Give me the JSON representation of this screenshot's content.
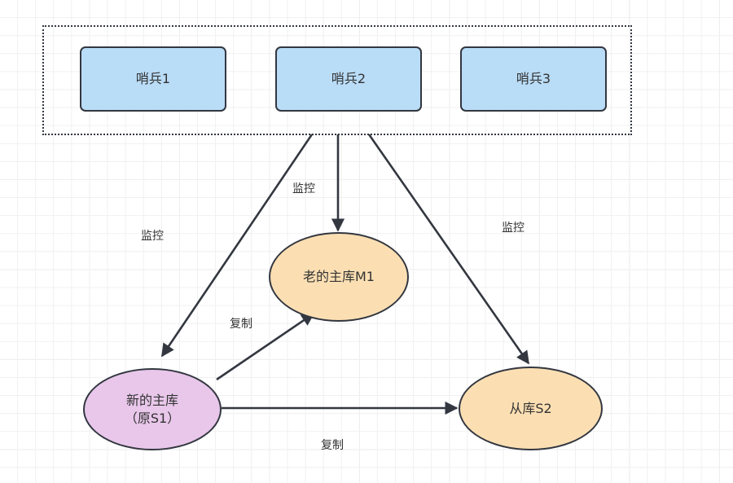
{
  "diagram": {
    "title_text": "",
    "background": {
      "grid_minor_color": "#f0f0f0",
      "grid_major_color": "#e6e6e6",
      "page_color": "#ffffff"
    },
    "group": {
      "name": "sentinel-cluster-frame",
      "border_style": "dotted",
      "border_color": "#333740"
    },
    "nodes": [
      {
        "id": "sentinel1",
        "label": "哨兵1",
        "shape": "rounded-rect",
        "fill": "#b9dcf7",
        "stroke": "#333740"
      },
      {
        "id": "sentinel2",
        "label": "哨兵2",
        "shape": "rounded-rect",
        "fill": "#b9dcf7",
        "stroke": "#333740"
      },
      {
        "id": "sentinel3",
        "label": "哨兵3",
        "shape": "rounded-rect",
        "fill": "#b9dcf7",
        "stroke": "#333740"
      },
      {
        "id": "old-master",
        "label": "老的主库M1",
        "shape": "ellipse",
        "fill": "#fbdfb3",
        "stroke": "#333740"
      },
      {
        "id": "new-master",
        "label": "新的主库\n（原S1）",
        "shape": "ellipse",
        "fill": "#e8c7ea",
        "stroke": "#333740"
      },
      {
        "id": "slave-s2",
        "label": "从库S2",
        "shape": "ellipse",
        "fill": "#fbdfb3",
        "stroke": "#333740"
      }
    ],
    "edges": [
      {
        "id": "monitor-new-master",
        "label": "监控",
        "from": "sentinel-cluster",
        "to": "new-master"
      },
      {
        "id": "monitor-old-master",
        "label": "监控",
        "from": "sentinel-cluster",
        "to": "old-master"
      },
      {
        "id": "monitor-slave-s2",
        "label": "监控",
        "from": "sentinel-cluster",
        "to": "slave-s2"
      },
      {
        "id": "replicate-to-old-master",
        "label": "复制",
        "from": "new-master",
        "to": "old-master"
      },
      {
        "id": "replicate-to-slave-s2",
        "label": "复制",
        "from": "new-master",
        "to": "slave-s2"
      }
    ]
  }
}
